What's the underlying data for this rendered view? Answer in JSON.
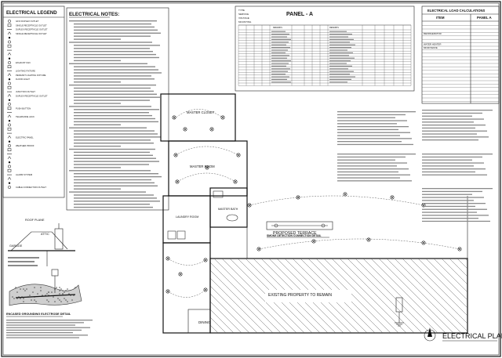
{
  "legend": {
    "title": "ELECTRICAL LEGEND",
    "items": [
      "GFCI DUPLEX OUTLET",
      "SINGLE RECEPTACLE OUTLET",
      "DUPLEX RECEPTACLE OUTLET",
      "SINGLE RECEPTACLE OUTLET",
      "",
      "",
      "",
      "",
      "",
      "",
      "EXHAUST FAN",
      "",
      "LIGHTING FIXTURE",
      "PENDANT LIGHTING FIXTURE",
      "FLOOD LIGHT",
      "",
      "",
      "JUNCTION OUTLET",
      "DUPLEX RECEPTACLE OUTLET",
      "",
      "",
      "PUSH BUTTON",
      "",
      "TELEPHONE JACK",
      "",
      "",
      "",
      "",
      "ELECTRIC PANEL",
      "",
      "WEATHER PROOF",
      "",
      "",
      "",
      "",
      "",
      "",
      "ALARM SYSTEM",
      "",
      "",
      "CABLE CONNECTION OUTLET"
    ]
  },
  "notes": {
    "title": "ELECTRICAL NOTES:",
    "lines": 62
  },
  "panel": {
    "title": "PANEL - A",
    "left_header": [
      "TYPE",
      "SERVICE",
      "VOLTAGE",
      "MOUNTING"
    ],
    "columns": [
      "",
      "",
      "",
      "",
      "REMARKS",
      "",
      "",
      "",
      "REMARKS",
      "",
      "",
      ""
    ],
    "rows": 20,
    "footer": [
      "",
      "",
      ""
    ]
  },
  "load_calc": {
    "title": "ELECTRICAL LOAD CALCULATIONS",
    "col_item": "ITEM",
    "col_panel": "PANEL A",
    "rows": [
      {
        "item": "",
        "value": ""
      },
      {
        "item": "",
        "value": ""
      },
      {
        "item": "",
        "value": ""
      },
      {
        "item": "REFRIGERATOR",
        "value": ""
      },
      {
        "item": "",
        "value": ""
      },
      {
        "item": "",
        "value": ""
      },
      {
        "item": "WATER HEATER",
        "value": ""
      },
      {
        "item": "MICROWAVE",
        "value": ""
      },
      {
        "item": "",
        "value": ""
      },
      {
        "item": "",
        "value": ""
      },
      {
        "item": "",
        "value": ""
      },
      {
        "item": "",
        "value": ""
      },
      {
        "item": "",
        "value": ""
      },
      {
        "item": "",
        "value": ""
      },
      {
        "item": "",
        "value": ""
      },
      {
        "item": "",
        "value": ""
      },
      {
        "item": "",
        "value": ""
      },
      {
        "item": "",
        "value": ""
      },
      {
        "item": "",
        "value": ""
      },
      {
        "item": "",
        "value": ""
      },
      {
        "item": "",
        "value": ""
      },
      {
        "item": "",
        "value": ""
      },
      {
        "item": "",
        "value": ""
      }
    ]
  },
  "plan": {
    "title": "ELECTRICAL PLAN",
    "rooms": {
      "master_closet": "MASTER CLOSET",
      "master_room": "MASTER ROOM",
      "master_bath": "MASTER BATH",
      "laundry": "LAUNDRY ROOM",
      "terrace": "PROPOSED TERRACE",
      "existing": "EXISTING PROPERTY TO REMAIN",
      "existing_sub": "",
      "dining": "DINING"
    },
    "labels": {
      "switchboard_a": "",
      "switchboard_b": "",
      "smoke_detail": "SMOKE DETECTION CONNECTION DETAIL",
      "encased_detail": "ENCASED GROUNDING ELECTRODE DETAIL",
      "roof_plane": "ROOF PLANE",
      "attic": "ATTIC",
      "garage": "GARAGE",
      "ground_level": "",
      "grade": ""
    }
  },
  "colors": {
    "ink": "#111111",
    "paper": "#ffffff",
    "filler": "#8a8a8a"
  }
}
